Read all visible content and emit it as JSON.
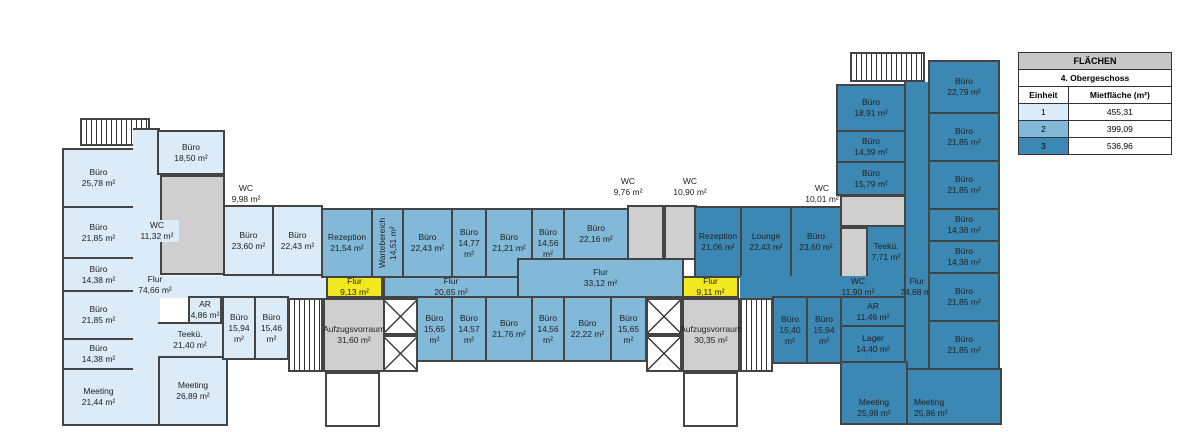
{
  "legend": {
    "title": "FLÄCHEN",
    "floor": "4. Obergeschoss",
    "col_unit": "Einheit",
    "col_area": "Mietfläche (m²)",
    "rows": [
      {
        "unit": "1",
        "area": "455,31",
        "color": "#dcebf8"
      },
      {
        "unit": "2",
        "area": "399,09",
        "color": "#82b8d8"
      },
      {
        "unit": "3",
        "area": "536,96",
        "color": "#3c88b4"
      }
    ]
  },
  "rooms": [
    {
      "name": "Büro",
      "area": "25,78 m²"
    },
    {
      "name": "Büro",
      "area": "21,85 m²"
    },
    {
      "name": "Büro",
      "area": "14,38 m²"
    },
    {
      "name": "Büro",
      "area": "21,85 m²"
    },
    {
      "name": "Büro",
      "area": "14,38 m²"
    },
    {
      "name": "Meeting",
      "area": "21,44 m²"
    },
    {
      "name": "Flur",
      "area": "74,66 m²"
    },
    {
      "name": "Büro",
      "area": "18,50 m²"
    },
    {
      "name": "WC",
      "area": "11,32 m²"
    },
    {
      "name": "WC",
      "area": "9,98 m²"
    },
    {
      "name": "Büro",
      "area": "23,60 m²"
    },
    {
      "name": "Büro",
      "area": "22,43 m²"
    },
    {
      "name": "AR",
      "area": "4,86 m²"
    },
    {
      "name": "Teekü.",
      "area": "21,40 m²"
    },
    {
      "name": "Meeting",
      "area": "26,89 m²"
    },
    {
      "name": "Büro",
      "area": "15,94 m²"
    },
    {
      "name": "Büro",
      "area": "15,46 m²"
    },
    {
      "name": "Flur",
      "area": "9,13 m²"
    },
    {
      "name": "Aufzugsvorraum",
      "area": "31,60 m²"
    },
    {
      "name": "Rezeption",
      "area": "21,54 m²"
    },
    {
      "name": "Wartebereich",
      "area": "14,51 m²"
    },
    {
      "name": "Büro",
      "area": "22,43 m²"
    },
    {
      "name": "Büro",
      "area": "14,77 m²"
    },
    {
      "name": "Büro",
      "area": "21,21 m²"
    },
    {
      "name": "Büro",
      "area": "14,56 m²"
    },
    {
      "name": "Büro",
      "area": "22,16 m²"
    },
    {
      "name": "Flur",
      "area": "20,65 m²"
    },
    {
      "name": "Flur",
      "area": "33,12 m²"
    },
    {
      "name": "WC",
      "area": "9,76 m²"
    },
    {
      "name": "WC",
      "area": "10,90 m²"
    },
    {
      "name": "Büro",
      "area": "15,65 m²"
    },
    {
      "name": "Büro",
      "area": "14,57 m²"
    },
    {
      "name": "Büro",
      "area": "21,76 m²"
    },
    {
      "name": "Büro",
      "area": "14,56 m²"
    },
    {
      "name": "Büro",
      "area": "22,22 m²"
    },
    {
      "name": "Büro",
      "area": "15,65 m²"
    },
    {
      "name": "Flur",
      "area": "9,11 m²"
    },
    {
      "name": "Aufzugsvorraum",
      "area": "30,35 m²"
    },
    {
      "name": "Rezeption",
      "area": "21,06 m²"
    },
    {
      "name": "Lounge",
      "area": "22,43 m²"
    },
    {
      "name": "Büro",
      "area": "23,60 m²"
    },
    {
      "name": "WC",
      "area": "10,01 m²"
    },
    {
      "name": "WC",
      "area": "11,90 m²"
    },
    {
      "name": "Teekü.",
      "area": "7,71 m²"
    },
    {
      "name": "Flur",
      "area": "74,68 m²"
    },
    {
      "name": "Büro",
      "area": "15,40 m²"
    },
    {
      "name": "Büro",
      "area": "15,94 m²"
    },
    {
      "name": "AR",
      "area": "11,46 m²"
    },
    {
      "name": "Lager",
      "area": "14,40 m²"
    },
    {
      "name": "Meeting",
      "area": "25,98 m²"
    },
    {
      "name": "Meeting",
      "area": "25,86 m²"
    },
    {
      "name": "Büro",
      "area": "18,91 m²"
    },
    {
      "name": "Büro",
      "area": "14,39 m²"
    },
    {
      "name": "Büro",
      "area": "15,79 m²"
    },
    {
      "name": "Büro",
      "area": "22,79 m²"
    },
    {
      "name": "Büro",
      "area": "21,85 m²"
    },
    {
      "name": "Büro",
      "area": "21,85 m²"
    },
    {
      "name": "Büro",
      "area": "14,38 m²"
    },
    {
      "name": "Büro",
      "area": "14,38 m²"
    },
    {
      "name": "Büro",
      "area": "21,85 m²"
    },
    {
      "name": "Büro",
      "area": "21,85 m²"
    }
  ]
}
